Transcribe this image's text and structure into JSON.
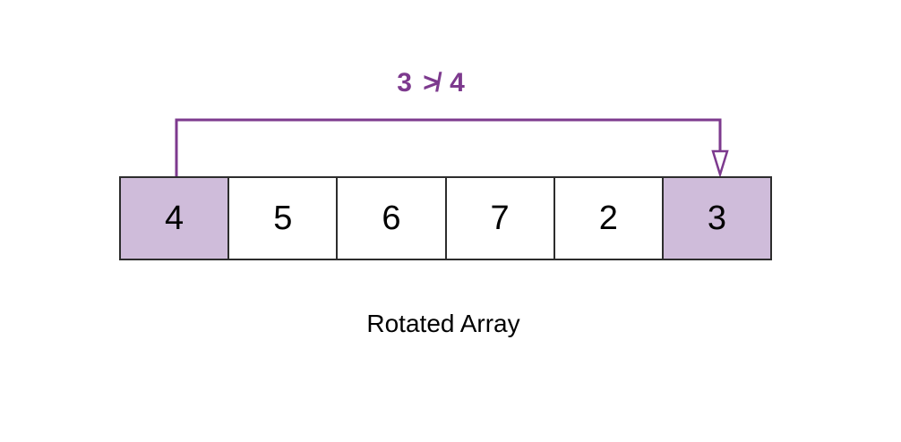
{
  "annotation": {
    "label": "3 ≯ 4",
    "meaning": "comparison: 3 is not greater than 4"
  },
  "array": {
    "cells": [
      {
        "value": "4",
        "highlighted": true
      },
      {
        "value": "5",
        "highlighted": false
      },
      {
        "value": "6",
        "highlighted": false
      },
      {
        "value": "7",
        "highlighted": false
      },
      {
        "value": "2",
        "highlighted": false
      },
      {
        "value": "3",
        "highlighted": true
      }
    ]
  },
  "caption": "Rotated Array",
  "colors": {
    "accent": "#7D3A8E",
    "cell-highlight": "#CFBCDA",
    "cell-bg": "#FFFFFF",
    "border": "#2D2D2D",
    "text": "#000000"
  }
}
